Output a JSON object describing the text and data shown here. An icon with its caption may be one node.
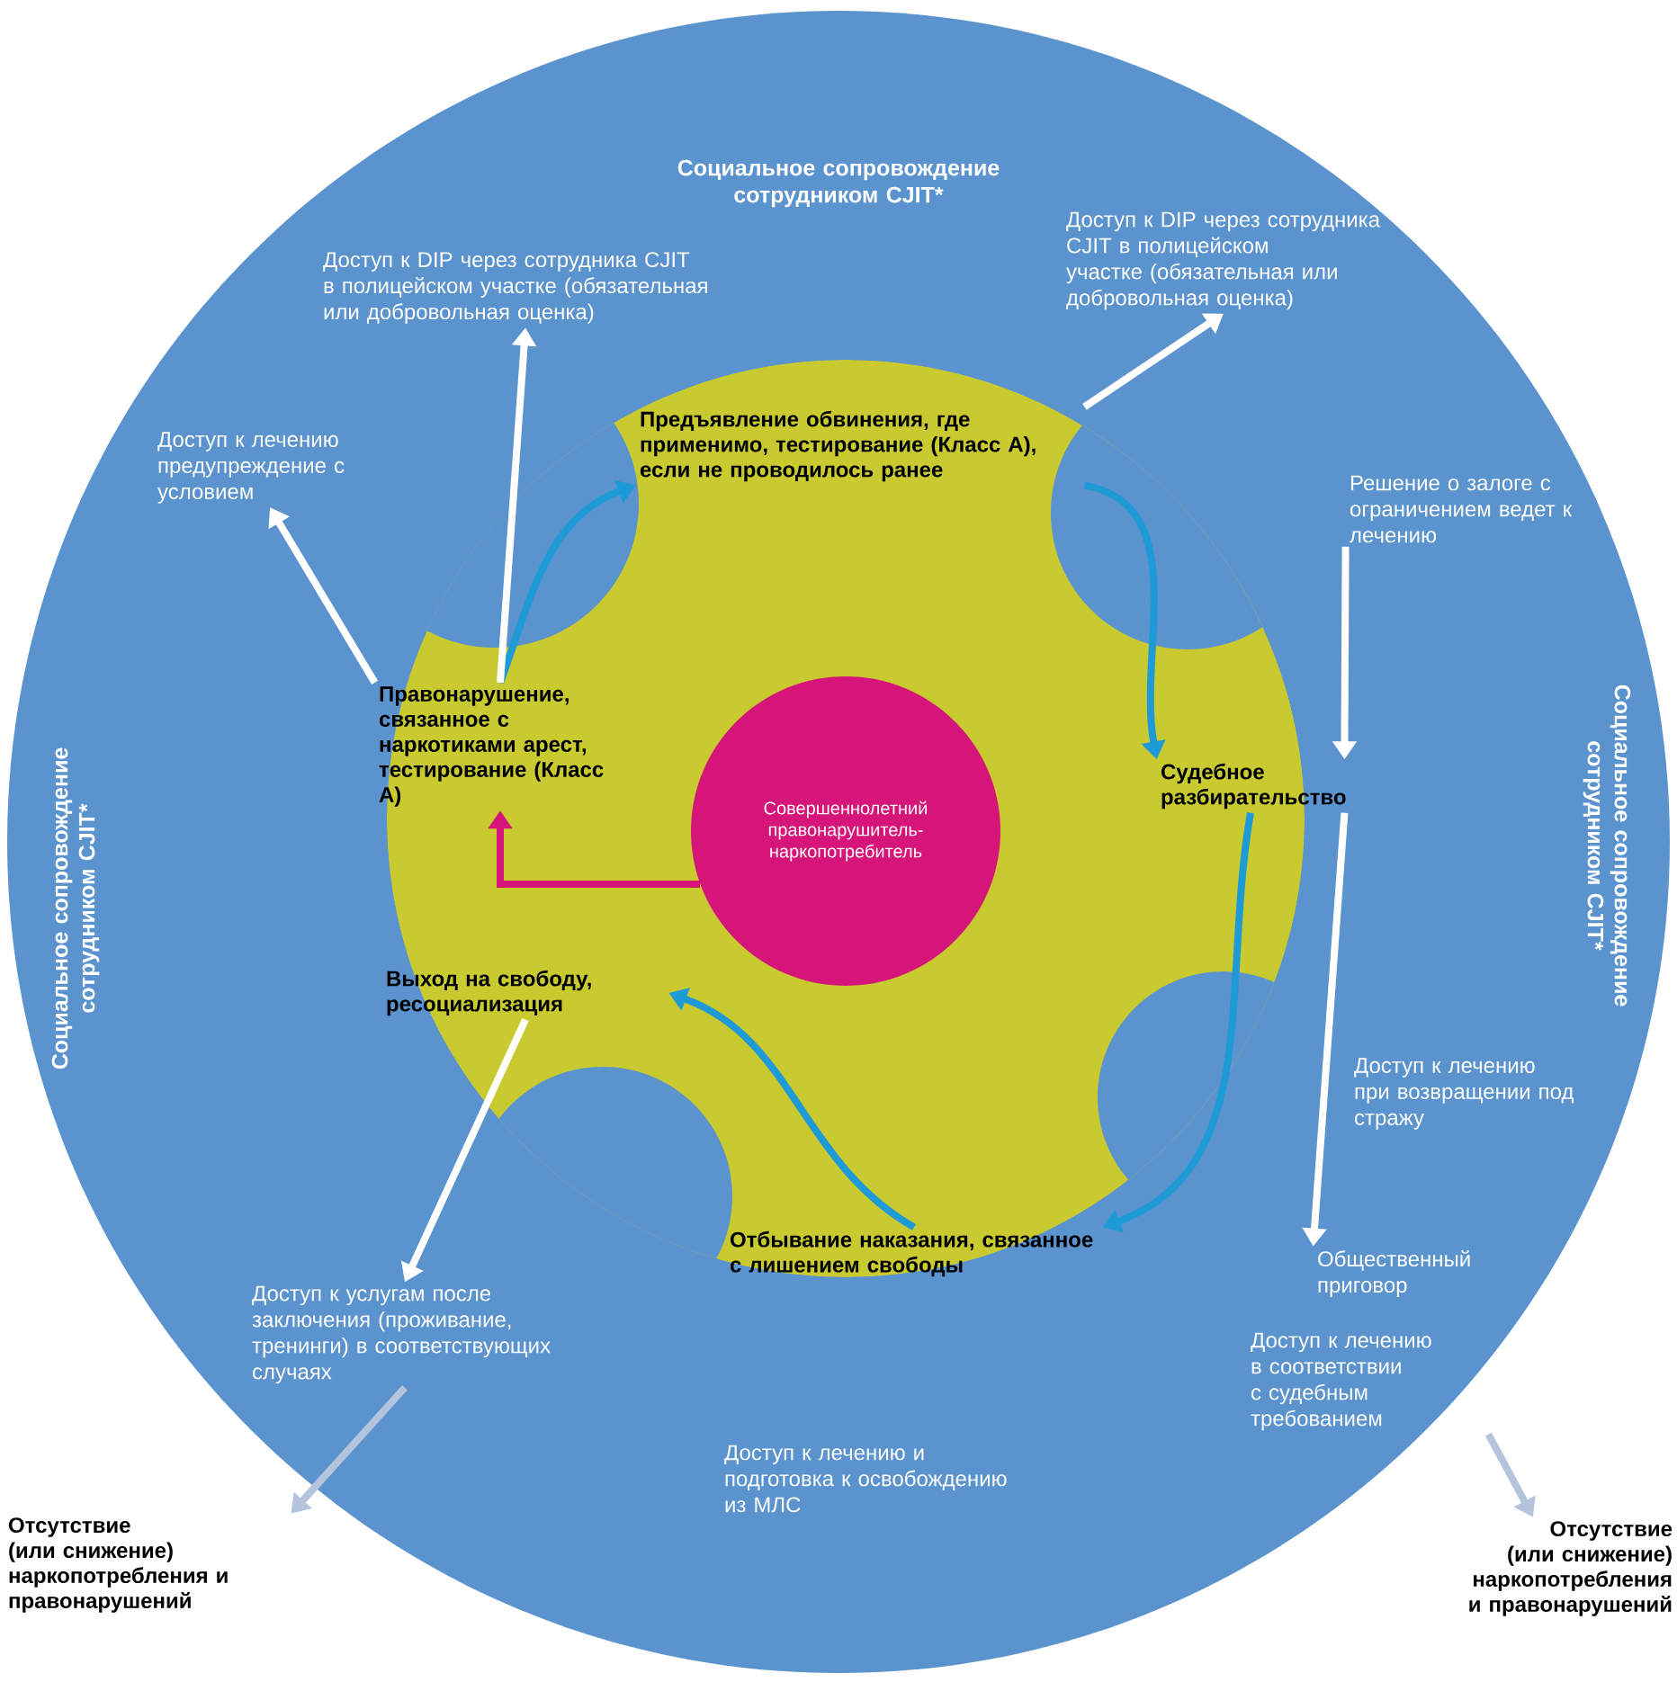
{
  "diagram": {
    "nodes": [
      {
        "text": [
          "Социальное сопровождение сотрудником CJIT*",
          "Социальное сопровождение сотрудником CJIT*",
          "Социальное сопровождение сотрудником CJIT*"
        ]
      },
      {
        "text": [
          "Доступ к DIP через сотрудника CJIT в полицейском участке (обязательная или добровольная оценка)"
        ],
        "in": 0
      },
      {
        "text": [
          "Доступ к DIP через сотрудника CJIT в полицейском участке (обязательная или добровольная оценка)"
        ],
        "in": 0
      },
      {
        "text": [
          "Доступ к лечению предупреждение с условием"
        ],
        "in": 0
      },
      {
        "text": [
          "Решение о залоге с ограничением ведет к лечению"
        ],
        "in": 0
      },
      {
        "text": [],
        "shape": "circle",
        "in": 0
      },
      {
        "text": [
          "Предъявление обвинения, где применимо, тестирование (Класс А), если не проводилось ранее"
        ],
        "in": 5
      },
      {
        "text": [
          "Правонарушение, связанное с наркотиками арест, тестирование (Класс А)"
        ],
        "in": 5
      },
      {
        "text": [
          "Судебное разбирательство"
        ],
        "in": 5
      },
      {
        "text": [
          "Отбывание наказания, связанное с лишением свободы"
        ],
        "in": 5
      },
      {
        "text": [
          "Выход на свободу, ресоциализация"
        ],
        "in": 5
      },
      {
        "text": [
          "Совершеннолетний правонарушитель-наркопотребитель"
        ],
        "in": 5
      },
      {
        "text": [
          "Доступ к лечению при возвращении под стражу"
        ],
        "in": 0
      },
      {
        "text": [
          "Общественный приговор"
        ],
        "in": 0
      },
      {
        "text": [
          "Доступ к лечению в соответствии с судебным требованием"
        ],
        "in": 0
      },
      {
        "text": [
          "Доступ к лечению и подготовка к освобождению из МЛС"
        ],
        "in": 0
      },
      {
        "text": [
          "Доступ к услугам после заключения (проживание, тренинги) в соответствующих случаях"
        ],
        "in": 0
      },
      {
        "text": [
          "Отсутствие (или снижение) наркопотребления и правонарушений"
        ]
      },
      {
        "text": [
          "Отсутствие (или снижение) наркопотребления и правонарушений"
        ]
      }
    ],
    "edges": [
      {
        "from": 7,
        "to": 6,
        "arrow": "to",
        "color": "#1e9ad6"
      },
      {
        "from": 6,
        "to": 8,
        "arrow": "to",
        "color": "#1e9ad6"
      },
      {
        "from": 4,
        "to": 8,
        "arrow": "to"
      },
      {
        "from": 8,
        "to": 9,
        "arrow": "to",
        "color": "#1e9ad6"
      },
      {
        "from": 9,
        "to": 10,
        "arrow": "to",
        "color": "#1e9ad6"
      },
      {
        "from": 11,
        "to": 7,
        "arrow": "to",
        "color": "#d6157a"
      },
      {
        "from": 7,
        "to": 3,
        "arrow": "to"
      },
      {
        "from": 7,
        "to": 1,
        "arrow": "to"
      },
      {
        "from": 6,
        "to": 2,
        "arrow": "to"
      },
      {
        "from": 8,
        "to": 13,
        "arrow": "to"
      },
      {
        "from": 10,
        "to": 16,
        "arrow": "to"
      },
      {
        "from": 16,
        "to": 17,
        "arrow": "to",
        "color": "#b4c4dc"
      },
      {
        "from": 14,
        "to": 18,
        "arrow": "to",
        "color": "#b4c4dc"
      }
    ]
  }
}
